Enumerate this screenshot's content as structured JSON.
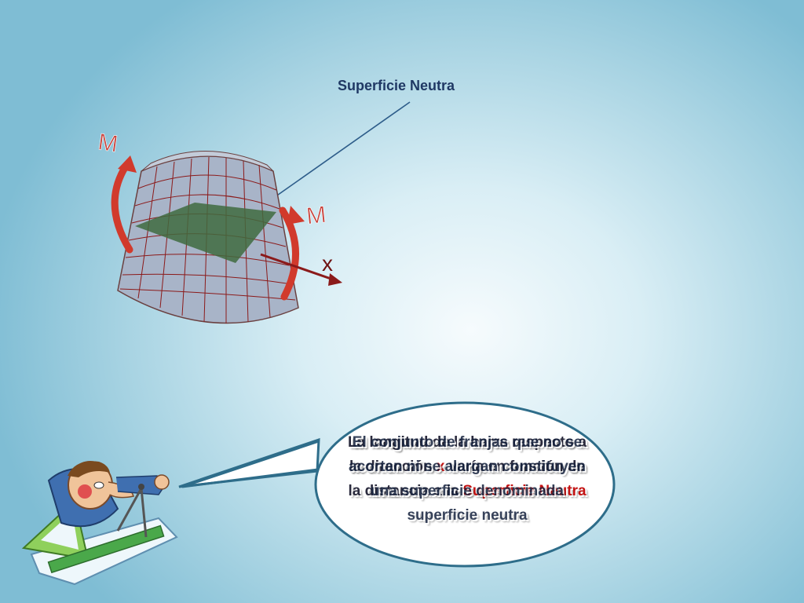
{
  "diagram": {
    "neutral_label": "Superficie Neutra",
    "moment_label_left": "M",
    "moment_label_right": "M",
    "axis_label": "x"
  },
  "bubble": {
    "text_a_part1": "La longitud de la barra respecto a la dirección ",
    "text_a_accent_x": "x",
    "text_a_part2": " varía en función de la distancia a la ",
    "text_a_accent_surface": "Superficie Neutra",
    "text_b": "El conjunto de franjas que no se acortan ni se alargan constituyen una superficie denominada superficie neutra"
  },
  "colors": {
    "grid_face": "#a8b4c8",
    "grid_lines": "#8b1a1a",
    "neutral_plane": "#3f6b3f",
    "arrow": "#d13a2c",
    "accent_text": "#c00000",
    "title_text": "#1f3864"
  },
  "icons": {
    "engineer": "engineer-drafting-icon"
  }
}
